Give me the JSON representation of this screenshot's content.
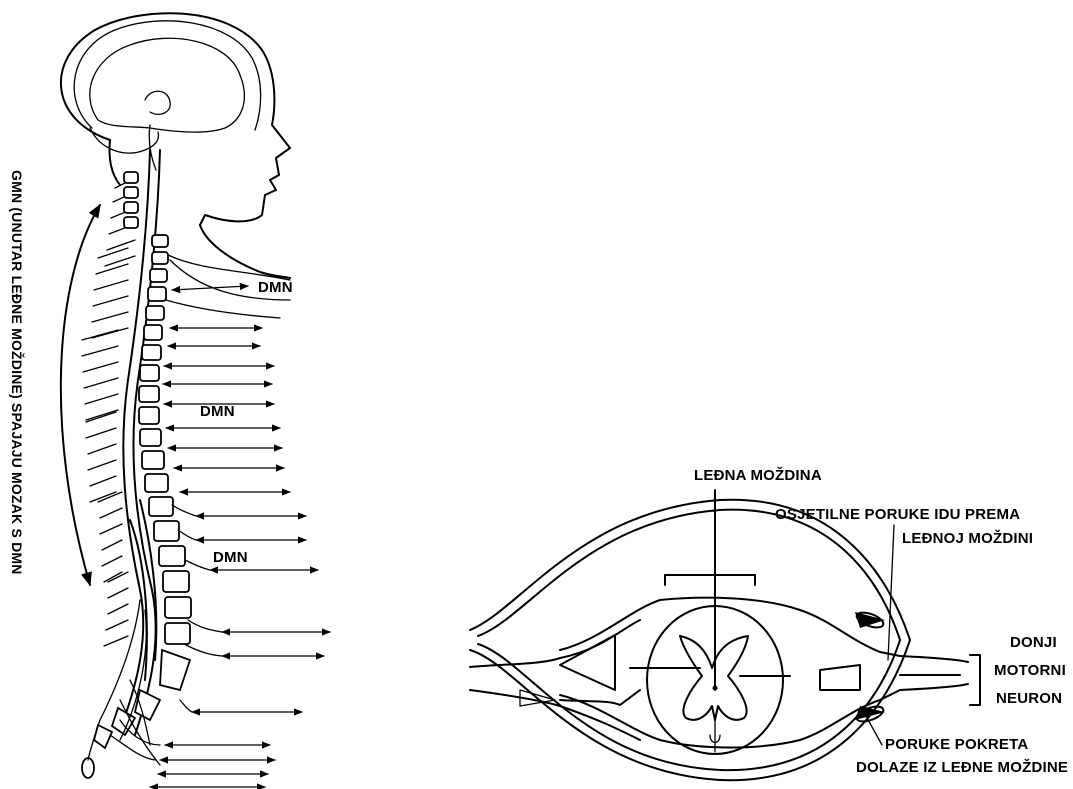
{
  "labels": {
    "gmn_vertical": "GMN (UNUTAR LEĐNE MOŽDINE) SPAJAJU MOZAK S DMN",
    "dmn_top": "DMN",
    "dmn_mid": "DMN",
    "dmn_low": "DMN",
    "ledna_mozdina": "LEĐNA MOŽDINA",
    "osjetilne_1": "OSJETILNE PORUKE IDU PREMA",
    "osjetilne_2": "LEĐNOJ MOŽDINI",
    "donji": "DONJI",
    "motorni": "MOTORNI",
    "neuron": "NEURON",
    "poruke_1": "PORUKE POKRETA",
    "poruke_2": "DOLAZE IZ LEĐNE MOŽDINE"
  },
  "colors": {
    "ink": "#000000",
    "background": "#ffffff"
  }
}
